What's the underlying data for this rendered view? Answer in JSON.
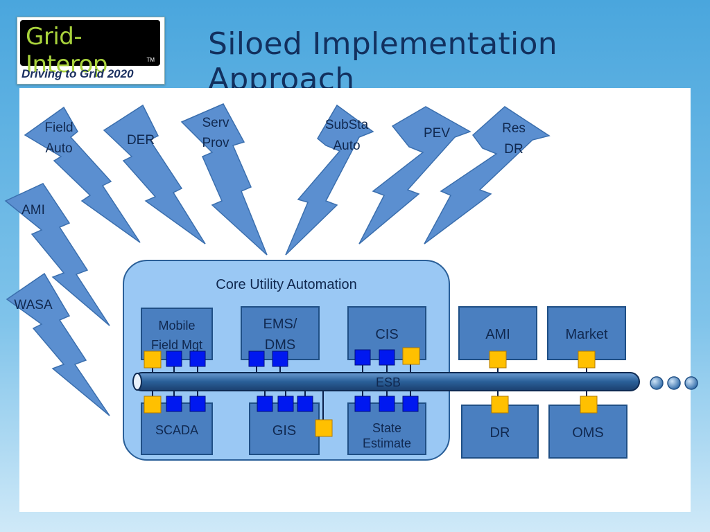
{
  "title": "Siloed Implementation Approach",
  "logo": {
    "name": "Grid-Interop",
    "tagline": "Driving to Grid 2020",
    "tm": "TM"
  },
  "bolts": [
    {
      "line1": "Field",
      "line2": "Auto"
    },
    {
      "line1": "DER",
      "line2": ""
    },
    {
      "line1": "Serv",
      "line2": "Prov"
    },
    {
      "line1": "SubSta",
      "line2": "Auto"
    },
    {
      "line1": "PEV",
      "line2": ""
    },
    {
      "line1": "Res",
      "line2": "DR"
    },
    {
      "line1": "AMI",
      "line2": ""
    },
    {
      "line1": "WASA",
      "line2": ""
    }
  ],
  "core": {
    "label": "Core Utility Automation",
    "boxes": {
      "mobile": {
        "line1": "Mobile",
        "line2": "Field Mgt"
      },
      "ems": {
        "line1": "EMS/",
        "line2": "DMS"
      },
      "cis": {
        "line1": "CIS"
      },
      "scada": {
        "line1": "SCADA"
      },
      "gis": {
        "line1": "GIS"
      },
      "state": {
        "line1": "State",
        "line2": "Estimate"
      }
    }
  },
  "external_boxes": {
    "ami": "AMI",
    "market": "Market",
    "dr": "DR",
    "oms": "OMS"
  },
  "bus_label": "ESB",
  "colors": {
    "bolt": "#5b8fd0",
    "box": "#4a7fc0",
    "core_panel": "#9ac8f4",
    "connector_blue": "#0018f0",
    "connector_yellow": "#ffc000",
    "bus": "#2a5f98"
  }
}
